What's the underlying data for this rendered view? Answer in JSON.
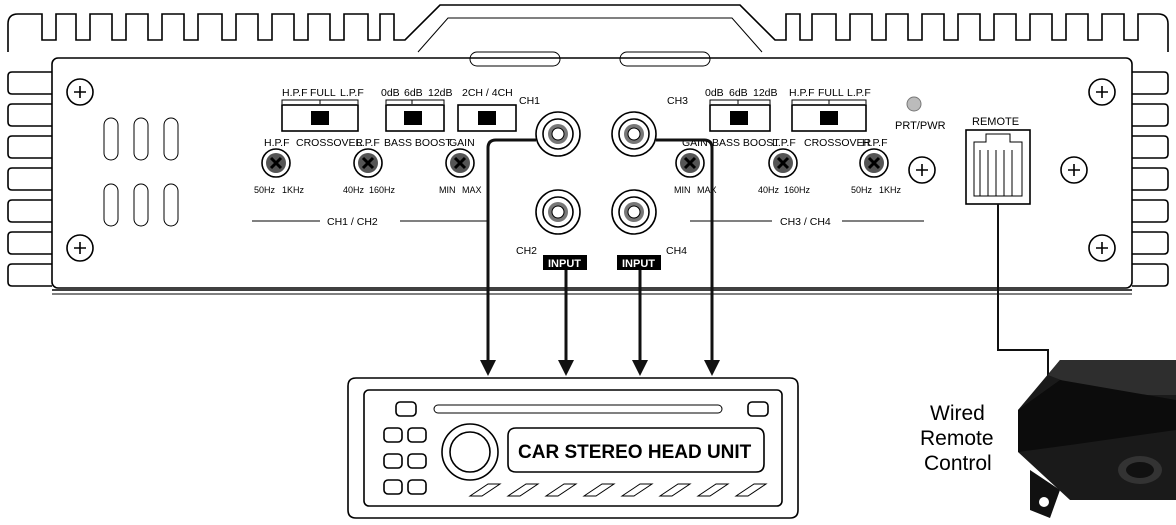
{
  "amp": {
    "ch1_2": {
      "crossover_positions": [
        "H.P.F",
        "FULL",
        "L.P.F"
      ],
      "crossover_label": "CROSSOVER",
      "bass_boost_positions": [
        "0dB",
        "6dB",
        "12dB"
      ],
      "bass_boost_label": "BASS BOOST",
      "mode_label": "2CH / 4CH",
      "hpf_label": "H.P.F",
      "hpf_min": "50Hz",
      "hpf_max": "1KHz",
      "lpf_label": "L.P.F",
      "lpf_min": "40Hz",
      "lpf_max": "160Hz",
      "gain_label": "GAIN",
      "gain_min": "MIN",
      "gain_max": "MAX",
      "section_label": "CH1 / CH2"
    },
    "ch3_4": {
      "bass_boost_positions": [
        "0dB",
        "6dB",
        "12dB"
      ],
      "bass_boost_label": "BASS BOOST",
      "crossover_positions": [
        "H.P.F",
        "FULL",
        "L.P.F"
      ],
      "crossover_label": "CROSSOVER",
      "gain_label": "GAIN",
      "gain_min": "MIN",
      "gain_max": "MAX",
      "lpf_label": "L.P.F",
      "lpf_min": "40Hz",
      "lpf_max": "160Hz",
      "hpf_label": "H.P.F",
      "hpf_min": "50Hz",
      "hpf_max": "1KHz",
      "section_label": "CH3 / CH4"
    },
    "rca": {
      "ch1": "CH1",
      "ch2": "CH2",
      "ch3": "CH3",
      "ch4": "CH4"
    },
    "input_badge": "INPUT",
    "status_led_label": "PRT/PWR",
    "remote_port_label": "REMOTE"
  },
  "head_unit": {
    "label": "CAR STEREO HEAD UNIT"
  },
  "remote_control": {
    "label_lines": [
      "Wired",
      "Remote",
      "Control"
    ]
  }
}
